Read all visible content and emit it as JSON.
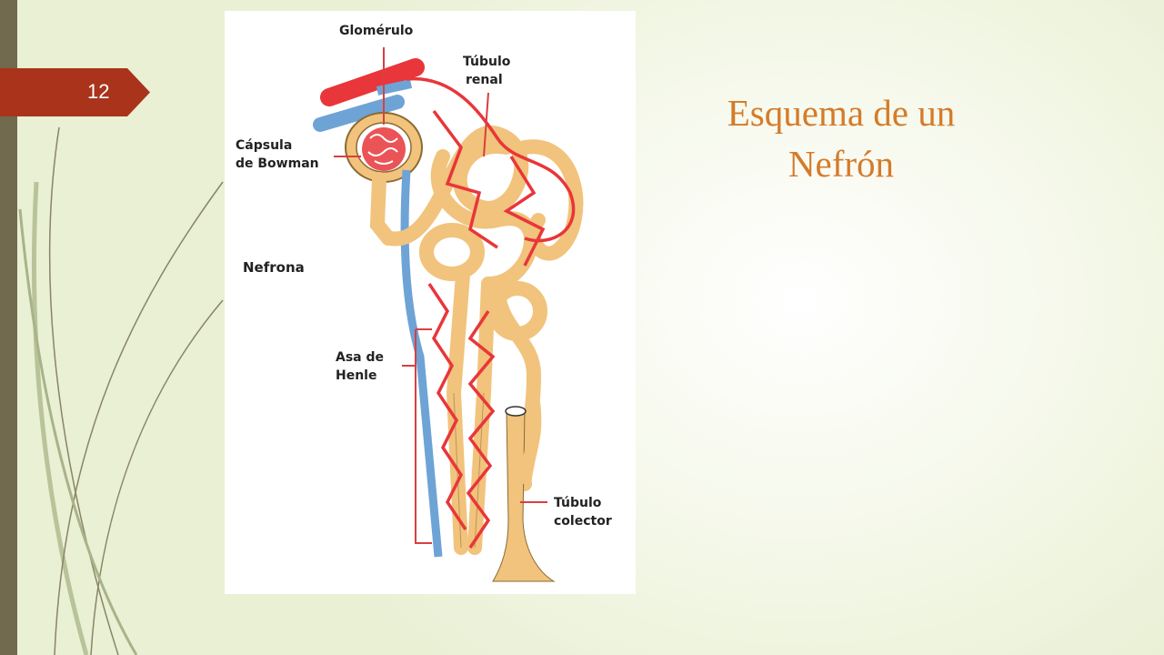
{
  "slide": {
    "page_number": "12",
    "title_line1": "Esquema de un",
    "title_line2": "Nefrón"
  },
  "figure": {
    "label_glomerulo": "Glomérulo",
    "label_tubulo_renal_1": "Túbulo",
    "label_tubulo_renal_2": "renal",
    "label_capsula_1": "Cápsula",
    "label_capsula_2": "de Bowman",
    "label_nefrona": "Nefrona",
    "label_asa_1": "Asa de",
    "label_asa_2": "Henle",
    "label_colector_1": "Túbulo",
    "label_colector_2": "colector"
  },
  "colors": {
    "accent_tab": "#a9341b",
    "title": "#d57b2a",
    "left_bar": "#716a4e",
    "tubule": "#f1c37c",
    "capillary": "#e8363a",
    "vein": "#6ea3d6"
  }
}
